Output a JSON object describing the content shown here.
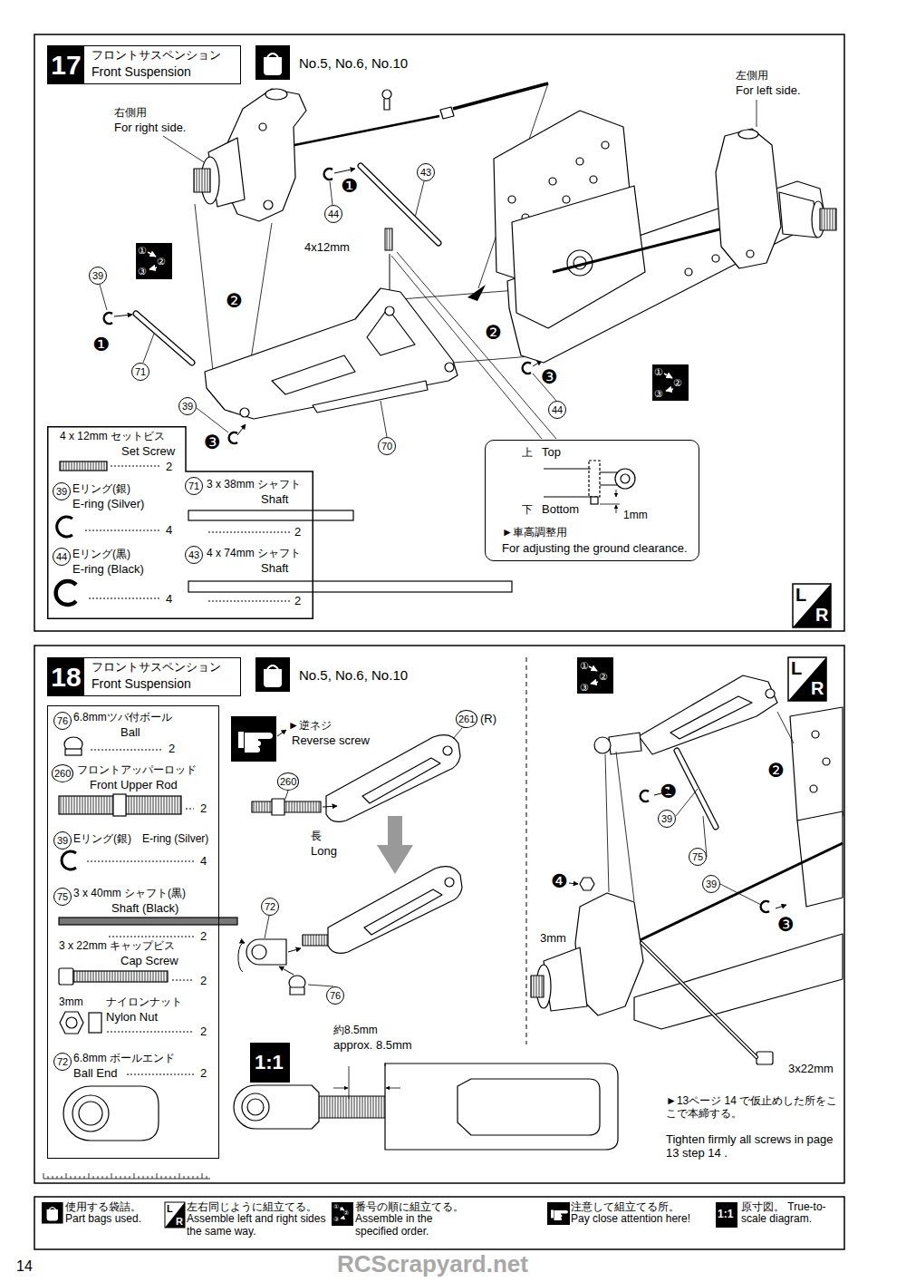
{
  "diagram": {
    "nodes": [
      {
        "text": [
          "17",
          "フロントサスペンション",
          "Front Suspension"
        ]
      },
      {
        "text": [
          "4 x 12mm セットビス",
          "Set Screw",
          "2",
          "39",
          "Eリング(銀)",
          "E-ring (Silver)",
          "4",
          "44",
          "Eリング(黒)",
          "E-ring (Black)",
          "4",
          "71",
          "3 x 38mm シャフト",
          "Shaft",
          "2",
          "43",
          "4 x 74mm シャフト",
          "Shaft",
          "2"
        ]
      },
      {
        "text": [
          "上",
          "Top",
          "下",
          "Bottom",
          "1mm",
          "►車高調整用",
          "For adjusting the ground clearance."
        ]
      },
      {
        "text": [
          "18",
          "フロントサスペンション",
          "Front Suspension"
        ]
      },
      {
        "text": [
          "76",
          "6.8mmツバ付ボール",
          "Ball",
          "2",
          "260",
          "フロントアッパーロッド",
          "Front Upper Rod",
          "2",
          "39",
          "Eリング(銀)",
          "E-ring (Silver)",
          "4",
          "75",
          "3 x 40mm シャフト(黒)",
          "Shaft (Black)",
          "2",
          "3 x 22mm キャップビス",
          "Cap Screw",
          "2",
          "3mm",
          "ナイロンナット",
          "Nylon Nut",
          "2",
          "72",
          "6.8mm ボールエンド",
          "Ball End",
          "2"
        ]
      }
    ],
    "labels": [
      "No.5, No.6, No.10",
      "右側用",
      "For right side.",
      "左側用",
      "For left side.",
      "❶",
      "44",
      "43",
      "①",
      "②",
      "③",
      "4x12mm",
      "39",
      "❶",
      "❷",
      "71",
      "❷",
      "❸",
      "44",
      "①",
      "②",
      "③",
      "39",
      "❸",
      "70",
      "L",
      "R",
      "No.5, No.6, No.10",
      "►逆ネジ",
      "Reverse screw",
      "261",
      "(R)",
      "260",
      "長",
      "Long",
      "72",
      "76",
      "1:1",
      "約8.5mm",
      "approx. 8.5mm",
      "①",
      "②",
      "③",
      "L",
      "R",
      "❷",
      "❶",
      "39",
      "75",
      "39",
      "❸",
      "❹",
      "3mm",
      "3x22mm",
      "►13ページ 14 で仮止めした所をここで本締する。",
      "Tighten firmly all screws in page 13 step 14 .",
      "14",
      "RCScrapyard.net",
      "L",
      "R",
      "①",
      "②",
      "③",
      "1:1"
    ],
    "legend": [
      {
        "text": "使用する袋詰。 Part bags used."
      },
      {
        "text": "左右同じように組立てる。 Assemble left and right sides the same way."
      },
      {
        "text": "番号の順に組立てる。 Assemble in the specified order."
      },
      {
        "text": "注意して組立てる所。 Pay close attention here!"
      },
      {
        "text": "原寸図。 True-to-scale diagram."
      }
    ]
  }
}
